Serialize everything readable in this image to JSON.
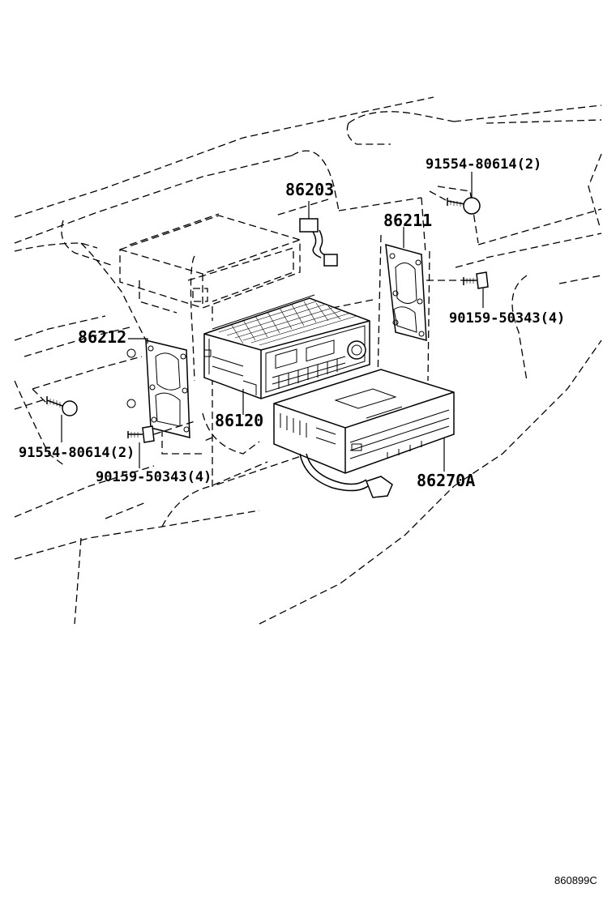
{
  "parts": {
    "p86203": "86203",
    "p86211": "86211",
    "p86212": "86212",
    "p86120": "86120",
    "p86270A": "86270A",
    "bolt_upper_right": "91554-80614(2)",
    "screw_right": "90159-50343(4)",
    "bolt_left": "91554-80614(2)",
    "screw_left": "90159-50343(4)"
  },
  "figure_code": "860899C"
}
